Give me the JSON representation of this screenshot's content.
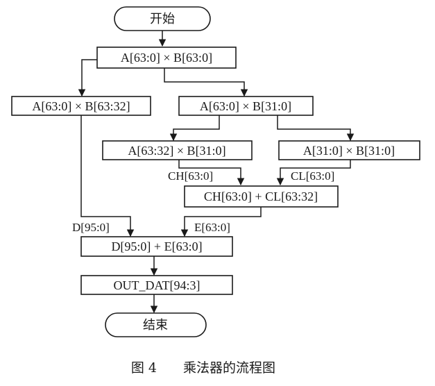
{
  "nodes": {
    "start": "开始",
    "n1": "A[63:0] × B[63:0]",
    "n2": "A[63:0] × B[63:32]",
    "n3": "A[63:0] × B[31:0]",
    "n4": "A[63:32] × B[31:0]",
    "n5": "A[31:0] × B[31:0]",
    "n6": "CH[63:0] + CL[63:32]",
    "n7": "D[95:0] + E[63:0]",
    "n8": "OUT_DAT[94:3]",
    "end": "结束"
  },
  "edge_labels": {
    "ch": "CH[63:0]",
    "cl": "CL[63:0]",
    "d": "D[95:0]",
    "e": "E[63:0]"
  },
  "caption": {
    "figure": "图 4",
    "title": "乘法器的流程图"
  }
}
